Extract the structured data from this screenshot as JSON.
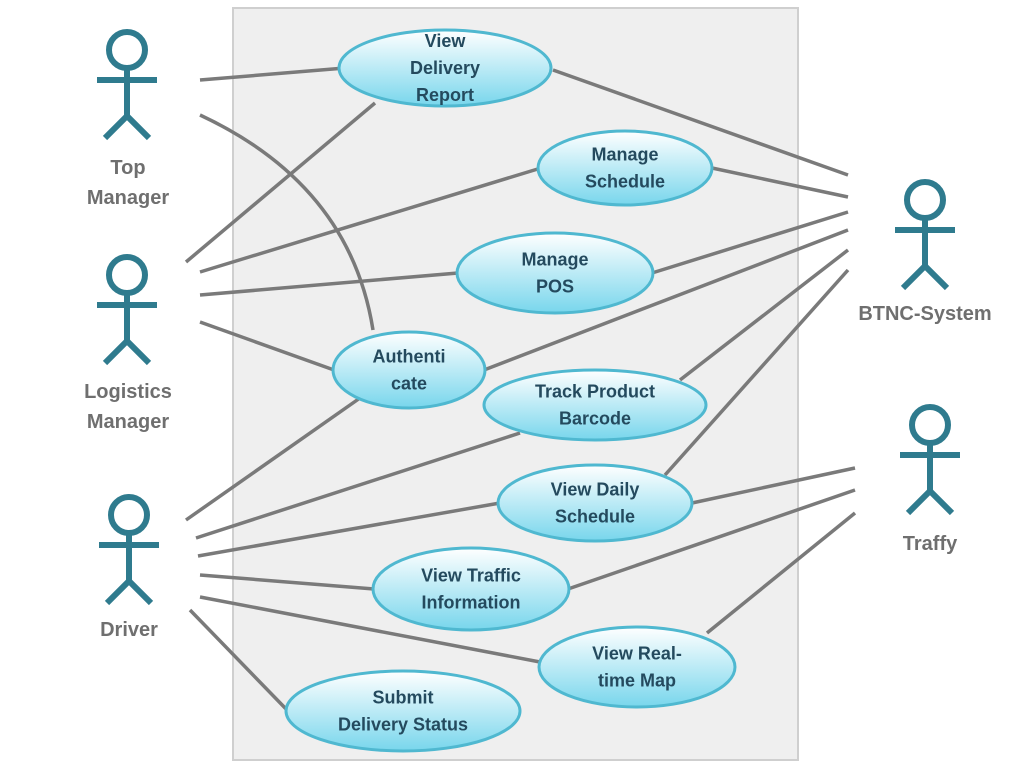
{
  "diagram": {
    "colors": {
      "actor_stroke": "#2f7b8e",
      "line": "#7a7a7a",
      "boundary_fill": "#efefef",
      "boundary_stroke": "#cfcfcf",
      "usecase_stroke": "#4fb8d0",
      "usecase_fill_top": "#ffffff",
      "usecase_fill_bottom": "#78d6ec",
      "usecase_text": "#244a5e",
      "actor_text": "#6f6f6f"
    },
    "actors": [
      {
        "id": "top-manager",
        "lines": [
          "Top",
          "Manager"
        ]
      },
      {
        "id": "logistics-manager",
        "lines": [
          "Logistics",
          "Manager"
        ]
      },
      {
        "id": "driver",
        "lines": [
          "Driver"
        ]
      },
      {
        "id": "btnc-system",
        "lines": [
          "BTNC-System"
        ]
      },
      {
        "id": "traffy",
        "lines": [
          "Traffy"
        ]
      }
    ],
    "use_cases": [
      {
        "id": "view-delivery-report",
        "lines": [
          "View",
          "Delivery",
          "Report"
        ]
      },
      {
        "id": "manage-schedule",
        "lines": [
          "Manage",
          "Schedule"
        ]
      },
      {
        "id": "manage-pos",
        "lines": [
          "Manage",
          "POS"
        ]
      },
      {
        "id": "authenticate",
        "lines": [
          "Authenti",
          "cate"
        ]
      },
      {
        "id": "track-product-barcode",
        "lines": [
          "Track Product",
          "Barcode"
        ]
      },
      {
        "id": "view-daily-schedule",
        "lines": [
          "View Daily",
          "Schedule"
        ]
      },
      {
        "id": "view-traffic-information",
        "lines": [
          "View Traffic",
          "Information"
        ]
      },
      {
        "id": "view-real-time-map",
        "lines": [
          "View Real-",
          "time Map"
        ]
      },
      {
        "id": "submit-delivery-status",
        "lines": [
          "Submit",
          "Delivery Status"
        ]
      }
    ],
    "associations": [
      [
        "top-manager",
        "view-delivery-report"
      ],
      [
        "top-manager",
        "authenticate"
      ],
      [
        "logistics-manager",
        "view-delivery-report"
      ],
      [
        "logistics-manager",
        "manage-schedule"
      ],
      [
        "logistics-manager",
        "manage-pos"
      ],
      [
        "logistics-manager",
        "authenticate"
      ],
      [
        "driver",
        "authenticate"
      ],
      [
        "driver",
        "track-product-barcode"
      ],
      [
        "driver",
        "view-daily-schedule"
      ],
      [
        "driver",
        "view-traffic-information"
      ],
      [
        "driver",
        "view-real-time-map"
      ],
      [
        "driver",
        "submit-delivery-status"
      ],
      [
        "btnc-system",
        "view-delivery-report"
      ],
      [
        "btnc-system",
        "manage-schedule"
      ],
      [
        "btnc-system",
        "manage-pos"
      ],
      [
        "btnc-system",
        "authenticate"
      ],
      [
        "btnc-system",
        "track-product-barcode"
      ],
      [
        "btnc-system",
        "view-daily-schedule"
      ],
      [
        "traffy",
        "view-daily-schedule"
      ],
      [
        "traffy",
        "view-traffic-information"
      ],
      [
        "traffy",
        "view-real-time-map"
      ]
    ]
  }
}
